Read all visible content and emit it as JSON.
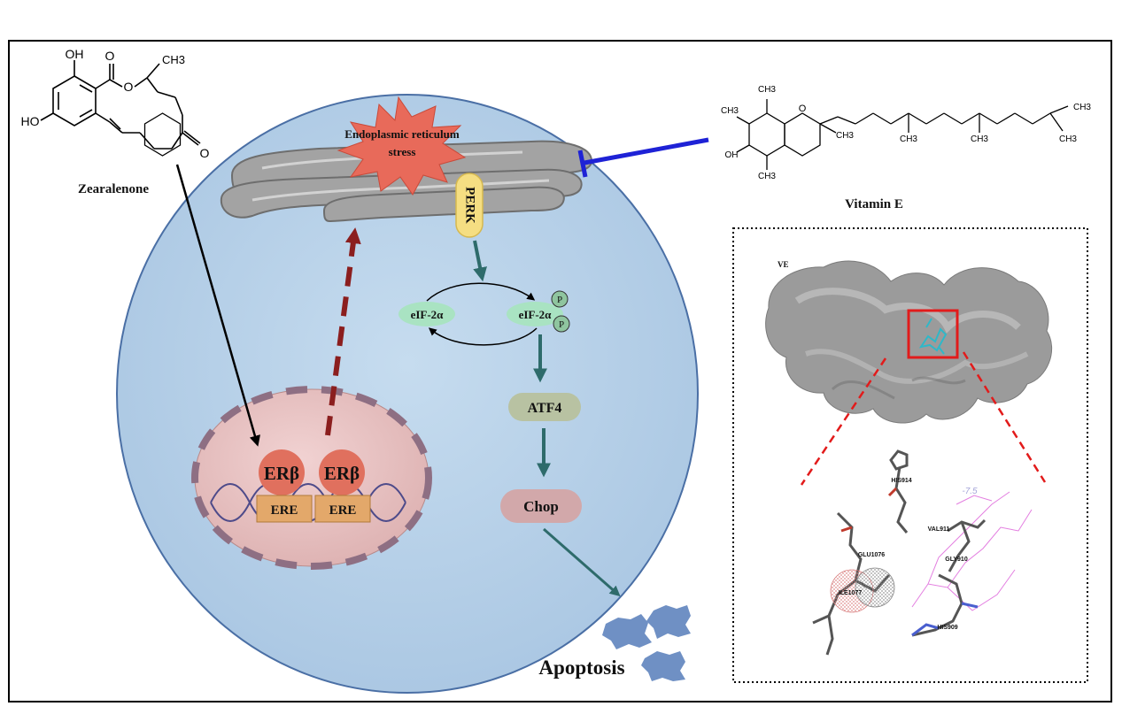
{
  "compounds": {
    "zearalenone": {
      "name": "Zearalenone",
      "atoms": {
        "oh_top": "OH",
        "oh_left": "HO",
        "o_ester": "O",
        "o_carbonyl": "O",
        "o_ring": "O",
        "ch3": "CH3"
      }
    },
    "vitamin_e": {
      "name": "Vitamin E",
      "atoms": {
        "ch3": "CH3",
        "oh": "OH",
        "o_ring": "O"
      }
    }
  },
  "cell": {
    "er_stress_label_line1": "Endoplasmic reticulum",
    "er_stress_label_line2": "stress",
    "perk_label": "PERK",
    "eif_label": "eIF-2α",
    "eif_p_label": "eIF-2α",
    "phospho_label": "P",
    "atf4_label": "ATF4",
    "chop_label": "Chop",
    "receptor_label": "ERβ",
    "element_label": "ERE",
    "outcome_label": "Apoptosis"
  },
  "docking": {
    "ligand_code": "VE",
    "score_label": "-7.5",
    "residues": [
      "HIS914",
      "VAL911",
      "GLU1076",
      "GLY910",
      "ILE1077",
      "HIS909"
    ]
  },
  "colors": {
    "cell": "#b7d0e8",
    "cell_border": "#4a6fa5",
    "er": "#a3a3a3",
    "er_stress_burst": "#e86a5a",
    "perk": "#f5de82",
    "eif": "#a9e3c2",
    "atf4": "#b8c2a2",
    "chop": "#d2a8aa",
    "nucleus": "#e9c0c0",
    "receptor": "#e0705e",
    "element_box": "#e3a86a",
    "pathway_arrow": "#2e6b6b",
    "inhibition": "#1e22d6",
    "er_feedback": "#8b1e1e",
    "apoptotic_cell": "#6f90c4",
    "highlight_box": "#e21b1b"
  }
}
